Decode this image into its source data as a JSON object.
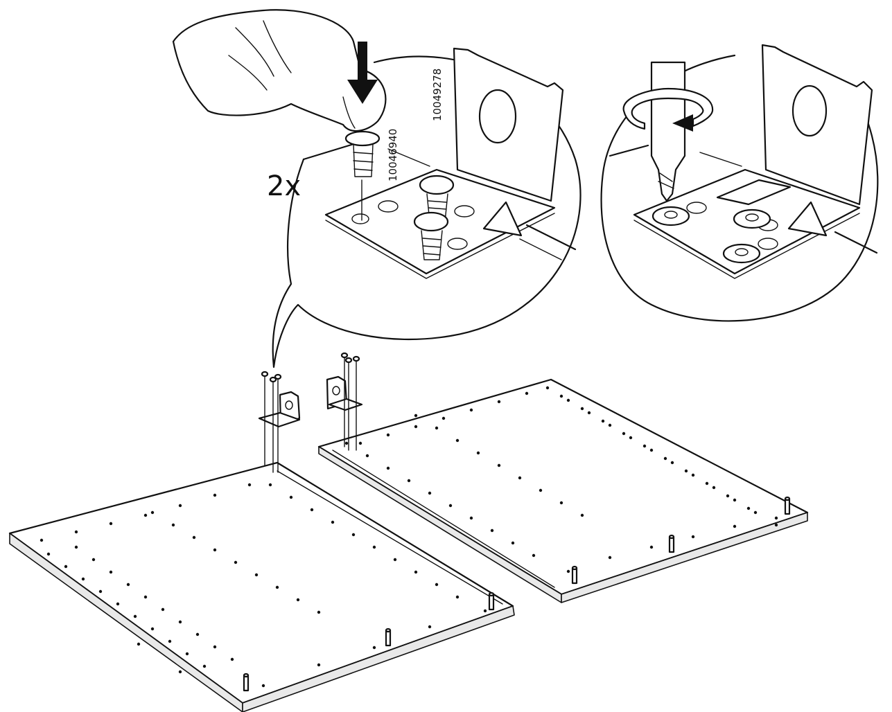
{
  "instruction": {
    "quantity_label": "2x",
    "part_numbers": {
      "screw": "10046940",
      "bracket": "10049278"
    }
  },
  "colors": {
    "line": "#111111",
    "background": "#ffffff",
    "surface_shade": "#e9e9e9"
  },
  "icons": [
    "hand",
    "push-down-arrow",
    "screwdriver",
    "rotate-arrow",
    "euro-screw",
    "corner-bracket",
    "panel",
    "wooden-dowel"
  ]
}
